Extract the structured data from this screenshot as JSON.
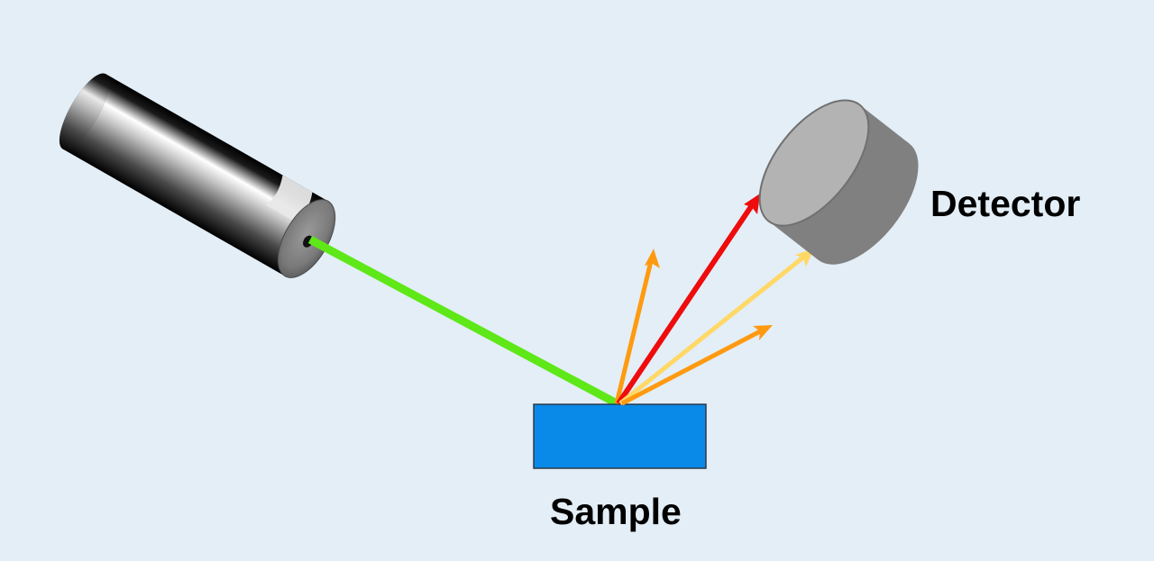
{
  "diagram": {
    "type": "raman-spectroscopy-setup",
    "background_color": "#e3eef7",
    "components": {
      "laser": {
        "icon": "laser-cylinder-icon",
        "beam_color": "#5ee817"
      },
      "sample": {
        "label": "Sample",
        "fill": "#0a8ae8",
        "stroke": "#2a3a4a"
      },
      "detector": {
        "label": "Detector",
        "body_color": "#808080",
        "face_color": "#b3b3b3"
      }
    },
    "scattered_rays": [
      {
        "name": "orange-ray-left",
        "color": "#ff9a10"
      },
      {
        "name": "red-ray",
        "color": "#ee0c0c"
      },
      {
        "name": "yellow-ray",
        "color": "#ffd866"
      },
      {
        "name": "orange-ray-right",
        "color": "#ff9a10"
      }
    ]
  },
  "labels": {
    "detector": "Detector",
    "sample": "Sample"
  }
}
